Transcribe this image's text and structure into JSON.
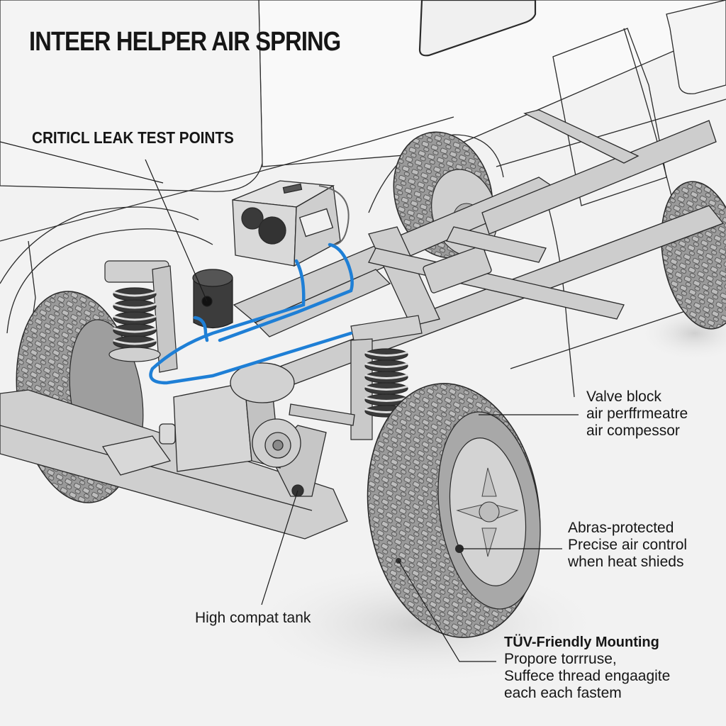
{
  "diagram": {
    "title": "INTEER HELPER AIR SPRING",
    "subtitle": "CRITICL LEAK TEST POINTS",
    "colors": {
      "background": "#f2f2f2",
      "linework": "#2a2a2a",
      "body_fill": "#f7f7f7",
      "chassis_fill": "#c9c9c9",
      "tire_fill": "#8a8a8a",
      "spring_dark": "#3a3a3a",
      "tank_fill": "#3c3c3c",
      "air_line": "#1e7fd6",
      "text": "#161616"
    },
    "components": [
      {
        "name": "compressor-unit"
      },
      {
        "name": "air-tank"
      },
      {
        "name": "air-lines"
      },
      {
        "name": "front-coil-spring-left"
      },
      {
        "name": "front-coil-spring-right"
      },
      {
        "name": "front-tire-left"
      },
      {
        "name": "front-tire-right"
      },
      {
        "name": "rear-tire-left"
      },
      {
        "name": "rear-tire-right"
      },
      {
        "name": "ladder-frame"
      },
      {
        "name": "front-bumper"
      },
      {
        "name": "vehicle-body-outline"
      }
    ],
    "callouts": [
      {
        "id": "valve",
        "lines": [
          "Valve block",
          "air perffrmeatre",
          "air compessor"
        ]
      },
      {
        "id": "abras",
        "lines": [
          "Abras-protected",
          "Precise air control",
          "when heat shieds"
        ]
      },
      {
        "id": "tank",
        "lines": [
          "High compat tank"
        ]
      },
      {
        "id": "tuv",
        "heading": "TÜV-Friendly Mounting",
        "lines": [
          "Propore torrruse,",
          "Suffece thread engaagite",
          "each each fastem"
        ]
      }
    ]
  }
}
